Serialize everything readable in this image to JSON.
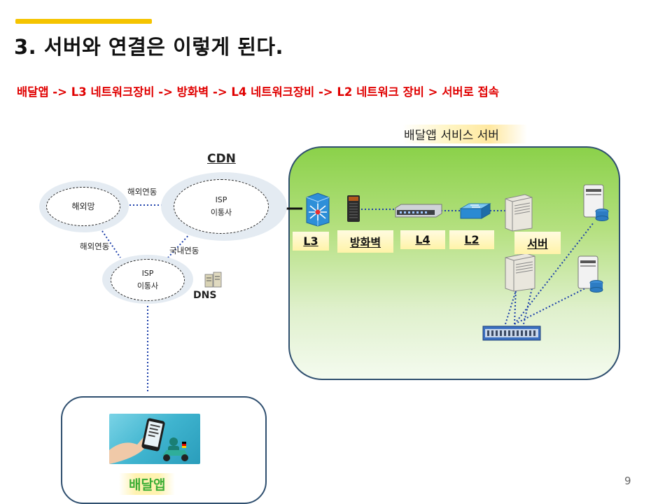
{
  "title": "3. 서버와 연결은 이렇게 된다.",
  "flow": "배달앱 -> L3 네트워크장비 -> 방화벽 -> L4 네트워크장비 -> L2 네트워크 장비 > 서버로 접속",
  "server_zone": {
    "label": "배달앱 서비스 서버"
  },
  "network": {
    "cdn_label": "CDN",
    "isp_top": {
      "line1": "ISP",
      "line2": "이통사"
    },
    "isp_bottom": {
      "line1": "ISP",
      "line2": "이통사"
    },
    "overseas": "해외망",
    "link_overseas_top": "해외연동",
    "link_overseas_left": "해외연동",
    "link_domestic": "국내연동",
    "dns_label": "DNS"
  },
  "devices": {
    "l3": "L3",
    "firewall": "방화벽",
    "l4": "L4",
    "l2": "L2",
    "server": "서버"
  },
  "client": {
    "app_label": "배달앱"
  },
  "page_number": "9",
  "colors": {
    "accent": "#f5c400",
    "flow_text": "#e00000",
    "zone_border": "#2f4f6f",
    "zone_green": "#8bd14a",
    "app_label": "#3cae36"
  }
}
